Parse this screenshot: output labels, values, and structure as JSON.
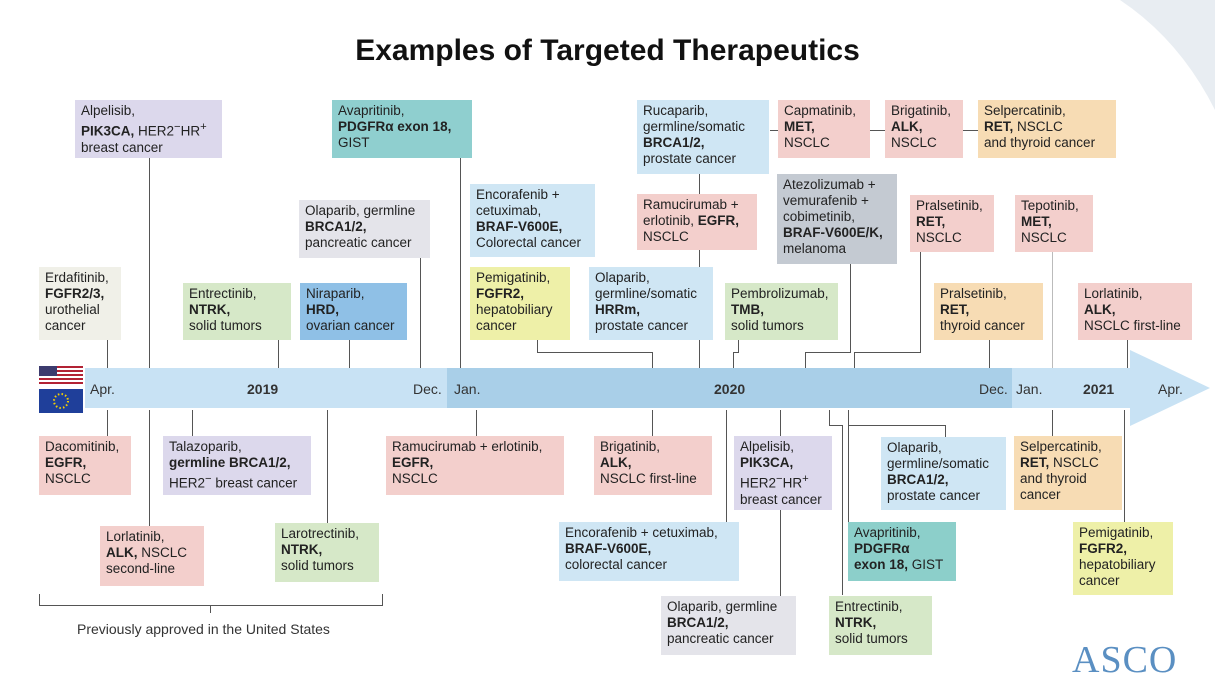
{
  "title": "Examples of Targeted Therapeutics",
  "timeline": {
    "apr1": "Apr.",
    "y2019": "2019",
    "dec1": "Dec.",
    "jan1": "Jan.",
    "y2020": "2020",
    "dec2": "Dec.",
    "jan2": "Jan.",
    "y2021": "2021",
    "apr2": "Apr."
  },
  "footnote": "Previously approved in the United States",
  "logo": "ASCO",
  "top": {
    "t1": [
      "Erdafitinib,",
      "FGFR2/3,",
      "urothelial",
      "cancer"
    ],
    "t2": [
      "Alpelisib,",
      "PIK3CA,",
      " HER2",
      "−",
      "HR",
      "+",
      "breast cancer"
    ],
    "t3": [
      "Entrectinib,",
      "NTRK,",
      "solid tumors"
    ],
    "t4": [
      "Niraparib,",
      "HRD,",
      "ovarian cancer"
    ],
    "t5": [
      "Olaparib, germline",
      "BRCA1/2,",
      "pancreatic cancer"
    ],
    "t6": [
      "Avapritinib,",
      "PDGFRα exon 18,",
      "GIST"
    ],
    "t7": [
      "Encorafenib +",
      "cetuximab,",
      "BRAF-V600E,",
      "Colorectal cancer"
    ],
    "t8": [
      "Pemigatinib,",
      "FGFR2,",
      "hepatobiliary",
      "cancer"
    ],
    "t9": [
      "Rucaparib,",
      "germline/somatic",
      "BRCA1/2,",
      "prostate cancer"
    ],
    "t10": [
      "Olaparib,",
      "germline/somatic",
      "HRRm,",
      "prostate cancer"
    ],
    "t11": [
      "Ramucirumab +",
      "erlotinib, ",
      "EGFR,",
      "NSCLC"
    ],
    "t12": [
      "Capmatinib,",
      "MET,",
      "NSCLC"
    ],
    "t13": [
      "Brigatinib,",
      "ALK,",
      "NSCLC"
    ],
    "t14": [
      "Selpercatinib,",
      "RET,",
      " NSCLC",
      "and thyroid cancer"
    ],
    "t15": [
      "Atezolizumab +",
      "vemurafenib +",
      "cobimetinib,",
      "BRAF-V600E/K,",
      "melanoma"
    ],
    "t16": [
      "Pembrolizumab,",
      "TMB,",
      "solid tumors"
    ],
    "t17": [
      "Pralsetinib,",
      "RET,",
      "NSCLC"
    ],
    "t18": [
      "Tepotinib,",
      "MET,",
      "NSCLC"
    ],
    "t19": [
      "Pralsetinib,",
      "RET,",
      "thyroid cancer"
    ],
    "t20": [
      "Lorlatinib,",
      "ALK,",
      "NSCLC first-line"
    ]
  },
  "bottom": {
    "b1": [
      "Dacomitinib,",
      "EGFR,",
      "NSCLC"
    ],
    "b2": [
      "Talazoparib,",
      "germline BRCA1/2,",
      "HER2",
      "−",
      " breast cancer"
    ],
    "b3": [
      "Lorlatinib,",
      "ALK,",
      " NSCLC",
      "second-line"
    ],
    "b4": [
      "Larotrectinib,",
      "NTRK,",
      "solid tumors"
    ],
    "b5": [
      "Ramucirumab + erlotinib,",
      "EGFR,",
      "NSCLC"
    ],
    "b6": [
      "Brigatinib,",
      "ALK,",
      "NSCLC first-line"
    ],
    "b7": [
      "Encorafenib + cetuximab,",
      "BRAF-V600E,",
      "colorectal cancer"
    ],
    "b8": [
      "Alpelisib,",
      "PIK3CA,",
      "HER2",
      "−",
      "HR",
      "+",
      "breast cancer"
    ],
    "b9": [
      "Olaparib,",
      "germline/somatic",
      "BRCA1/2,",
      "prostate cancer"
    ],
    "b10": [
      "Avapritinib,",
      "PDGFRα",
      "exon 18,",
      " GIST"
    ],
    "b11": [
      "Olaparib, germline",
      "BRCA1/2,",
      "pancreatic cancer"
    ],
    "b12": [
      "Entrectinib,",
      "NTRK,",
      "solid tumors"
    ],
    "b13": [
      "Selpercatinib,",
      "RET,",
      " NSCLC",
      "and thyroid",
      "cancer"
    ],
    "b14": [
      "Pemigatinib,",
      "FGFR2,",
      "hepatobiliary",
      "cancer"
    ]
  },
  "icons": [
    "us-flag-icon",
    "eu-flag-icon"
  ]
}
